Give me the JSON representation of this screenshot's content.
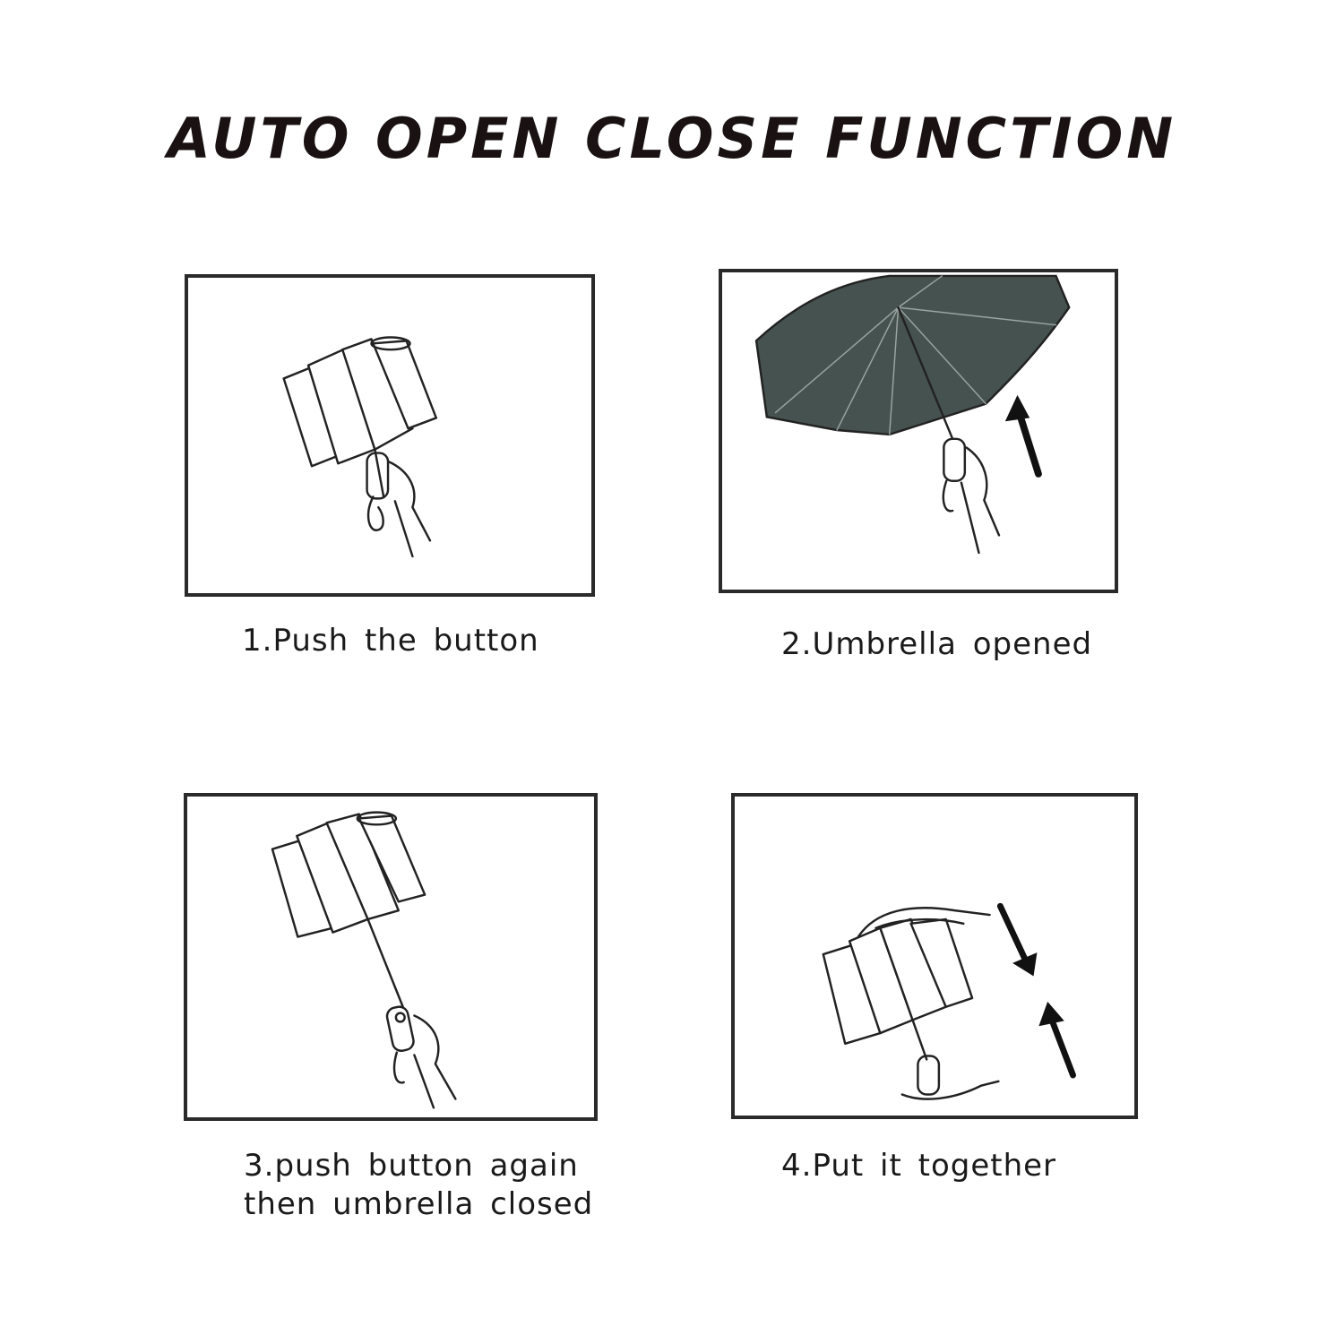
{
  "title": "AUTO OPEN CLOSE FUNCTION",
  "steps": [
    {
      "caption_lines": [
        "1.Push the button"
      ]
    },
    {
      "caption_lines": [
        "2.Umbrella opened"
      ]
    },
    {
      "caption_lines": [
        "3.push button again",
        "then umbrella closed"
      ]
    },
    {
      "caption_lines": [
        "4.Put it together"
      ]
    }
  ],
  "colors": {
    "ink": "#222222",
    "canopy": "#46524f",
    "title": "#1a1212"
  }
}
